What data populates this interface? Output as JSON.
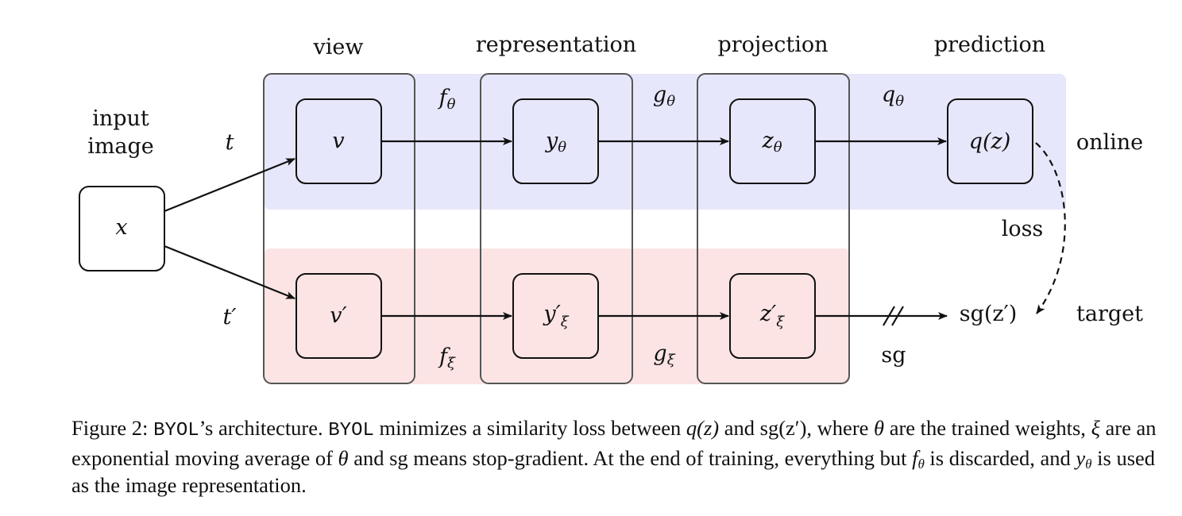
{
  "columns": {
    "view": "view",
    "representation": "representation",
    "projection": "projection",
    "prediction": "prediction"
  },
  "input_label": [
    "input",
    "image"
  ],
  "rows": {
    "online": "online",
    "target": "target"
  },
  "nodes": {
    "x": "x",
    "v": "v",
    "v_prime": "v′",
    "y_theta": "y",
    "y_xi": "y′",
    "z_theta": "z",
    "z_xi": "z′",
    "q_out": "q(z)",
    "sg_out": "sg(z′)"
  },
  "edges": {
    "t": "t",
    "t_prime": "t′",
    "f_theta": "f",
    "g_theta": "g",
    "q_theta": "q",
    "f_xi": "f",
    "g_xi": "g",
    "sg": "sg",
    "loss": "loss"
  },
  "subscripts": {
    "theta": "θ",
    "xi": "ξ"
  },
  "colors": {
    "online_band": "#e7e7fb",
    "target_band": "#fce4e4",
    "column_border": "#555555",
    "node_border": "#111111"
  },
  "caption": {
    "prefix": "Figure 2: ",
    "byol": "BYOL",
    "s1": "’s architecture. ",
    "s2": " minimizes a similarity loss between ",
    "and": " and ",
    "where": ", where ",
    "theta": "θ",
    "trained": " are the trained weights, ",
    "xi": "ξ",
    "ema": " are an exponential moving average of ",
    "and2": " and ",
    "sg": "sg",
    "stopgrad": " means stop-gradient. At the end of training, everything but ",
    "discarded": " is discarded, and ",
    "used": " is used as the image representation."
  }
}
